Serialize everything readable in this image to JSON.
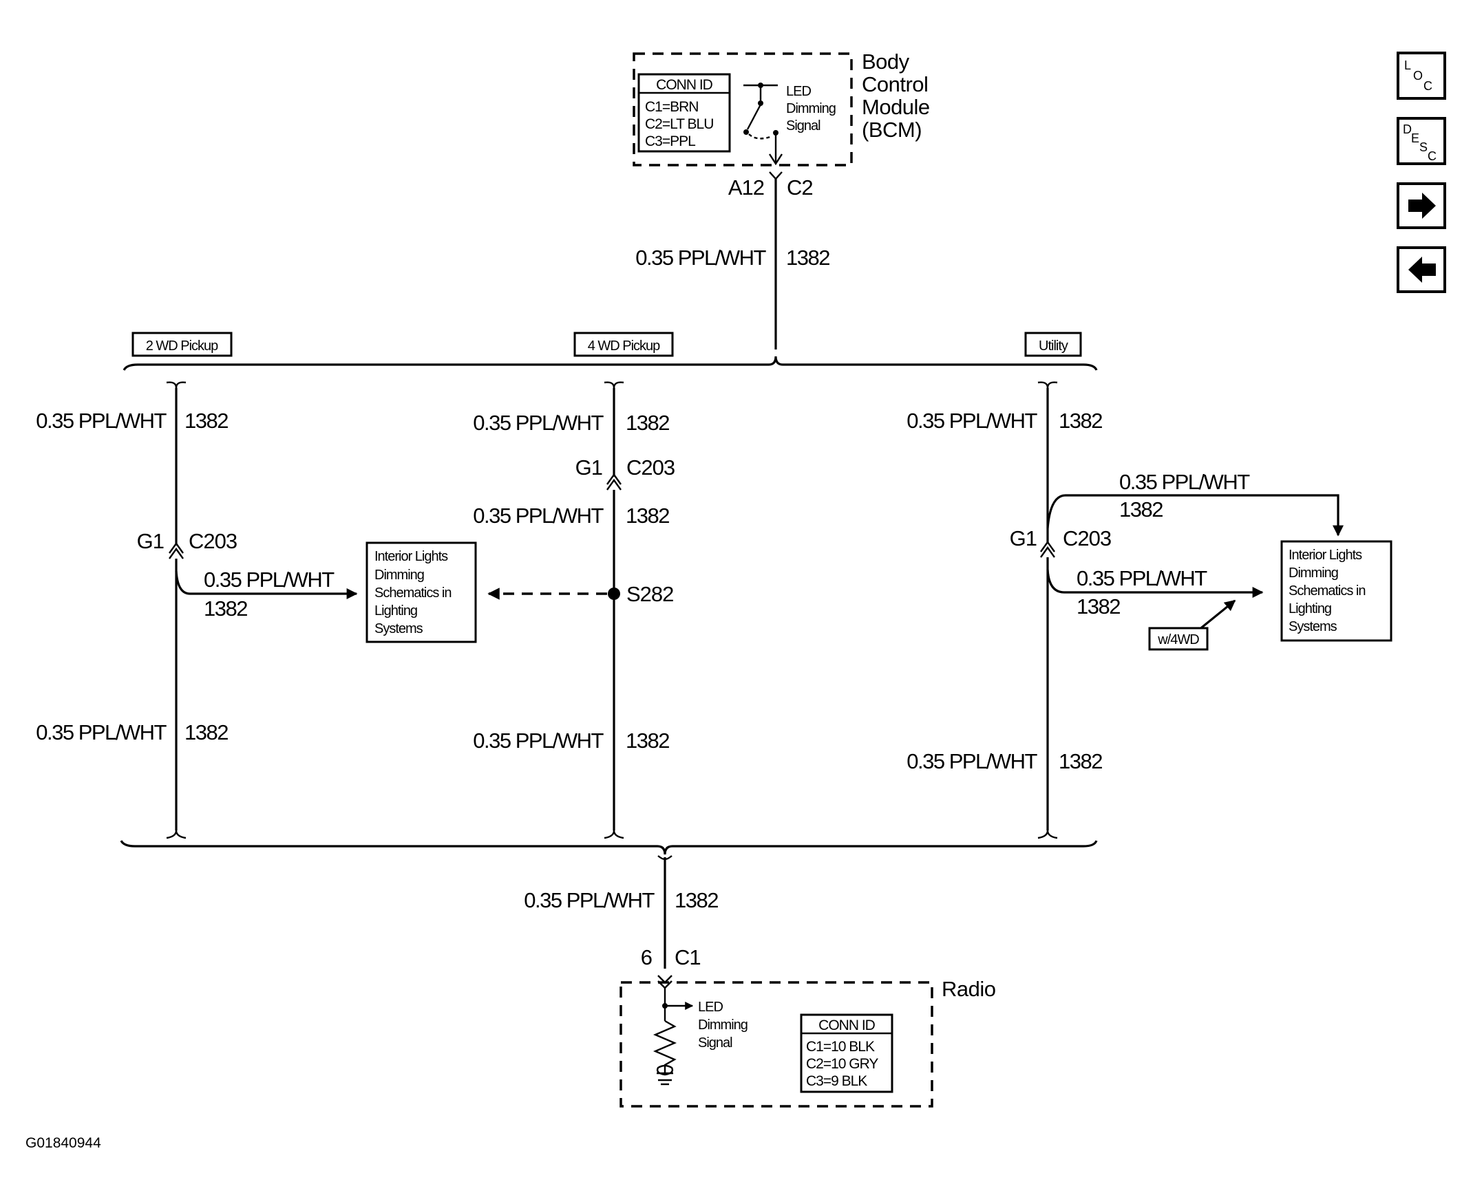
{
  "bcm": {
    "label": [
      "Body",
      "Control",
      "Module",
      "(BCM)"
    ],
    "conn_id_title": "CONN ID",
    "conn_ids": [
      "C1=BRN",
      "C2=LT BLU",
      "C3=PPL"
    ],
    "signal": [
      "LED",
      "Dimming",
      "Signal"
    ],
    "pin": "A12",
    "connector": "C2"
  },
  "wire_main": {
    "gauge": "0.35 PPL/WHT",
    "circuit": "1382"
  },
  "options": {
    "two_wd": "2 WD Pickup",
    "four_wd": "4 WD Pickup",
    "utility": "Utility"
  },
  "left_branch": {
    "upper_gauge": "0.35 PPL/WHT",
    "upper_circuit": "1382",
    "conn_pin": "G1",
    "conn_id": "C203",
    "branch_gauge": "0.35 PPL/WHT",
    "branch_circuit": "1382",
    "lower_gauge": "0.35 PPL/WHT",
    "lower_circuit": "1382"
  },
  "center_branch": {
    "upper_gauge": "0.35 PPL/WHT",
    "upper_circuit": "1382",
    "conn_pin": "G1",
    "conn_id": "C203",
    "mid_gauge": "0.35 PPL/WHT",
    "mid_circuit": "1382",
    "splice": "S282",
    "lower_gauge": "0.35 PPL/WHT",
    "lower_circuit": "1382"
  },
  "right_branch": {
    "upper_gauge": "0.35 PPL/WHT",
    "upper_circuit": "1382",
    "conn_pin": "G1",
    "conn_id": "C203",
    "top_gauge": "0.35 PPL/WHT",
    "top_circuit": "1382",
    "branch_gauge": "0.35 PPL/WHT",
    "branch_circuit": "1382",
    "option_tag": "w/4WD",
    "lower_gauge": "0.35 PPL/WHT",
    "lower_circuit": "1382"
  },
  "ref_box": [
    "Interior Lights",
    "Dimming",
    "Schematics in",
    "Lighting",
    "Systems"
  ],
  "bottom_wire": {
    "gauge": "0.35 PPL/WHT",
    "circuit": "1382"
  },
  "radio": {
    "label": "Radio",
    "pin": "6",
    "connector": "C1",
    "signal": [
      "LED",
      "Dimming",
      "Signal"
    ],
    "conn_id_title": "CONN ID",
    "conn_ids": [
      "C1=10 BLK",
      "C2=10 GRY",
      "C3=9 BLK"
    ]
  },
  "figure_id": "G01840944",
  "nav": {
    "loc": [
      "L",
      "O",
      "C"
    ],
    "desc": [
      "D",
      "E",
      "S",
      "C"
    ],
    "next": "next-arrow",
    "prev": "prev-arrow"
  }
}
